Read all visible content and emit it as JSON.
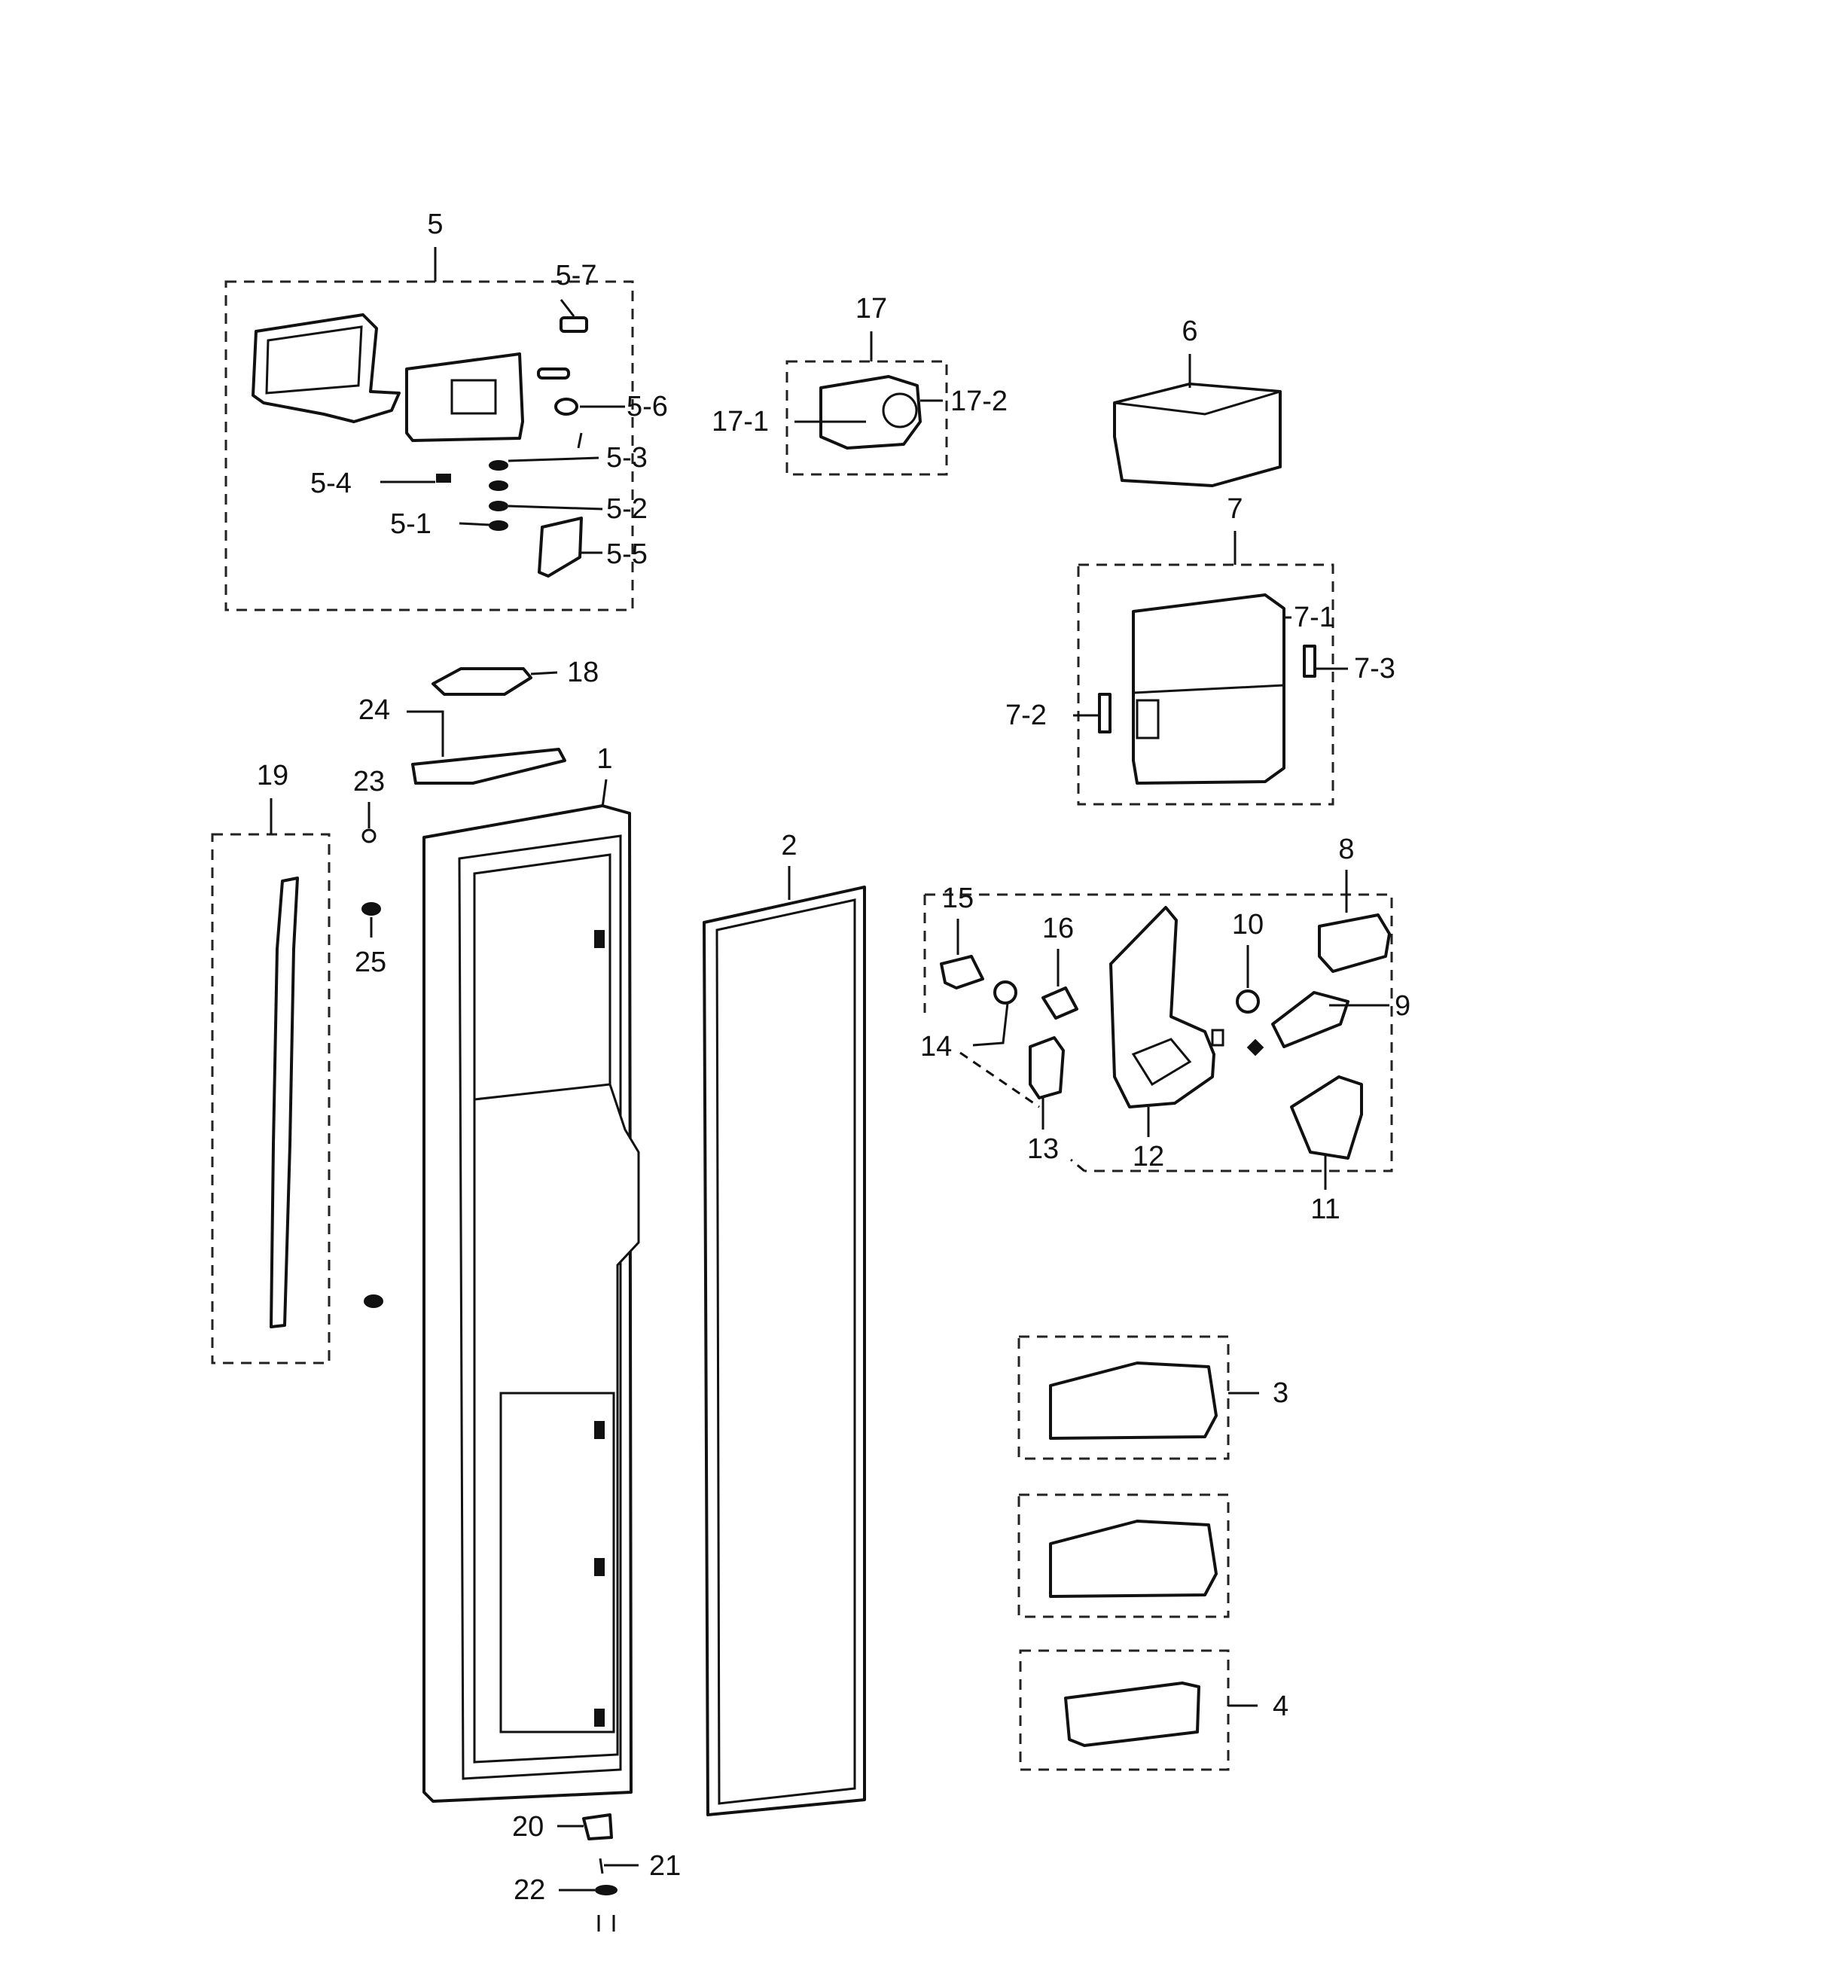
{
  "callouts": [
    "1",
    "2",
    "3",
    "4",
    "5",
    "5-1",
    "5-2",
    "5-3",
    "5-4",
    "5-5",
    "5-6",
    "5-7",
    "6",
    "7",
    "7-1",
    "7-2",
    "7-3",
    "8",
    "9",
    "10",
    "11",
    "12",
    "13",
    "14",
    "15",
    "16",
    "17",
    "17-1",
    "17-2",
    "18",
    "19",
    "20",
    "21",
    "22",
    "23",
    "24",
    "25"
  ]
}
